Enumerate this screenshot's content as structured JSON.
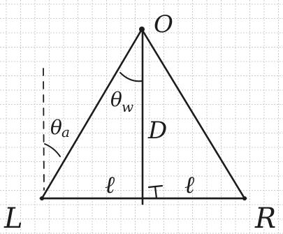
{
  "diagram": {
    "colors": {
      "paper": "#ffffff",
      "grid": "#c9ccd0",
      "ink": "#1c1c1c"
    },
    "labels": {
      "observer": "O",
      "left_point": "L",
      "right_point": "R",
      "distance": "D",
      "left_half_base": "ℓ",
      "right_half_base": "ℓ",
      "theta_a_symbol": "θ",
      "theta_a_subscript": "a",
      "theta_w_symbol": "θ",
      "theta_w_subscript": "w"
    },
    "marks": {
      "right_angle_marker": true,
      "vertical_reference_dashed": true
    }
  }
}
